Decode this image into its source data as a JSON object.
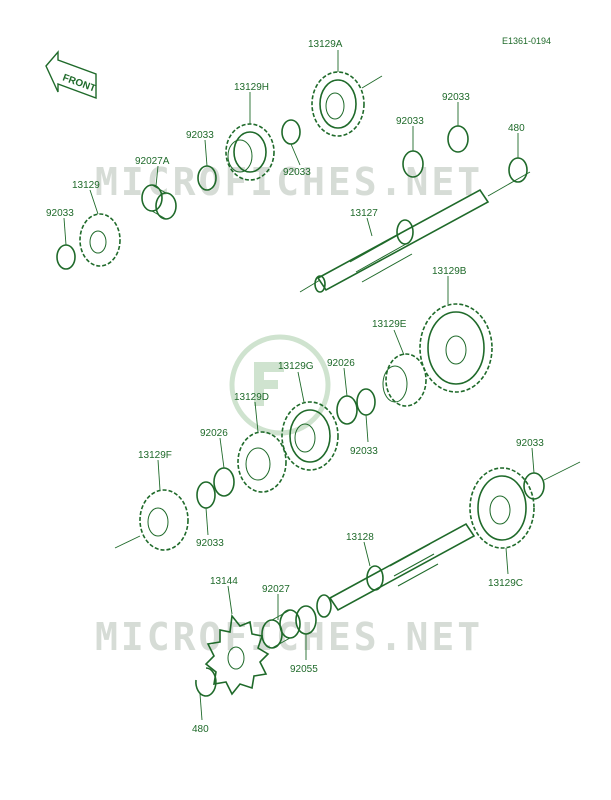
{
  "diagram_code": "E1361-0194",
  "front_label": "FRONT",
  "watermark": "MICROFICHES.NET",
  "logo_letters": "F",
  "labels": {
    "p13129A": "13129A",
    "p13129H": "13129H",
    "p92033_a": "92033",
    "p92033_b": "92033",
    "p92033_c": "92033",
    "p92033_d": "92033",
    "p480_top": "480",
    "p92027A": "92027A",
    "p13129": "13129",
    "p92033_left": "92033",
    "p13127": "13127",
    "p13129B": "13129B",
    "p13129E": "13129E",
    "p13129G": "13129G",
    "p92026_a": "92026",
    "p13129D": "13129D",
    "p92026_b": "92026",
    "p92033_mid": "92033",
    "p13129F": "13129F",
    "p92033_low": "92033",
    "p92033_right": "92033",
    "p13128": "13128",
    "p13129C": "13129C",
    "p13144": "13144",
    "p92027": "92027",
    "p92055": "92055",
    "p480_bottom": "480"
  },
  "colors": {
    "line": "#1f6a2a",
    "watermark": "#d6dcd6",
    "logo": "#cfe3cf"
  }
}
